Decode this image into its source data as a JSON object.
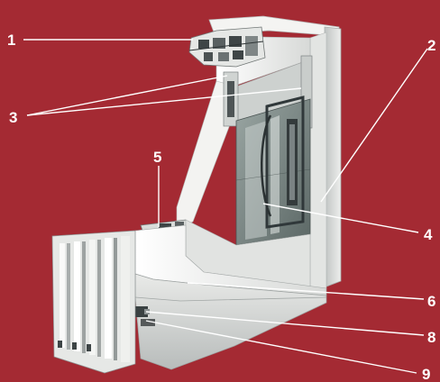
{
  "colors": {
    "background": "#A42A33",
    "label_text": "#FFFFFF",
    "leader_line": "#FFFFFF",
    "profile_light": "#F2F2F0",
    "profile_mid": "#D6D8D6",
    "profile_shadow": "#8E9494",
    "steel_dark": "#3E4546",
    "glass_tint": "#6E7C7A"
  },
  "illustration": {
    "subject": "window-frame-profile-cutaway",
    "callouts": [
      {
        "id": "c1",
        "number": "1"
      },
      {
        "id": "c2",
        "number": "2"
      },
      {
        "id": "c3",
        "number": "3"
      },
      {
        "id": "c4",
        "number": "4"
      },
      {
        "id": "c5",
        "number": "5"
      },
      {
        "id": "c6",
        "number": "6"
      },
      {
        "id": "c8",
        "number": "8"
      },
      {
        "id": "c9",
        "number": "9"
      }
    ]
  }
}
